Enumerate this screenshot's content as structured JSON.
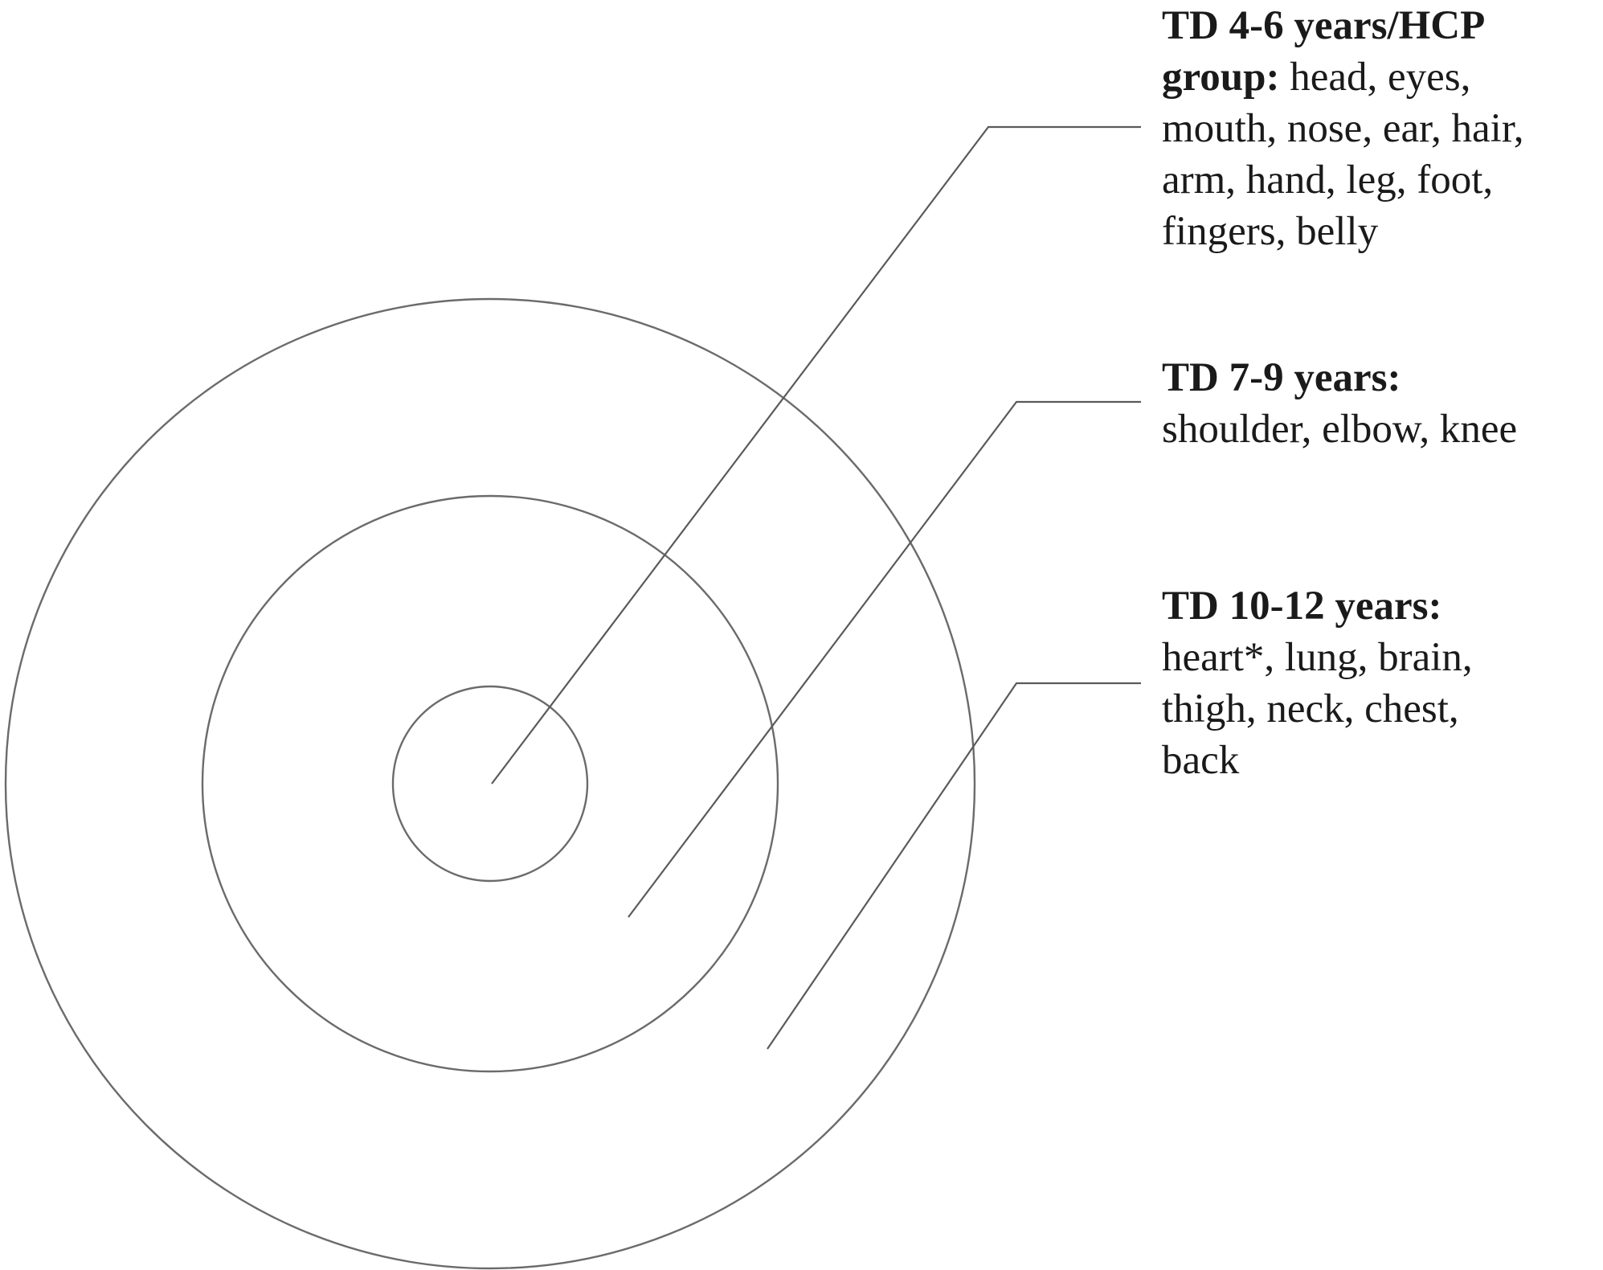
{
  "diagram": {
    "rings": [
      {
        "name": "inner-ring",
        "level": "TD 4-6 years/HCP group"
      },
      {
        "name": "middle-ring",
        "level": "TD 7-9 years"
      },
      {
        "name": "outer-ring",
        "level": "TD 10-12 years"
      }
    ],
    "labels": {
      "td_4_6": {
        "heading_line1": "TD 4-6 years/HCP",
        "heading_line2": "group:",
        "items_first": " head, eyes,",
        "items_rest": "mouth, nose, ear, hair,\narm, hand, leg, foot,\nfingers, belly"
      },
      "td_7_9": {
        "heading": "TD 7-9 years:",
        "items": "shoulder, elbow, knee"
      },
      "td_10_12": {
        "heading": "TD 10-12 years:",
        "items": "heart*, lung, brain,\nthigh, neck, chest,\nback"
      }
    },
    "colors": {
      "ring_stroke": "#6b6b6b",
      "leader_stroke": "#5a5a5a",
      "text": "#1a1a1a",
      "background": "#ffffff"
    }
  }
}
